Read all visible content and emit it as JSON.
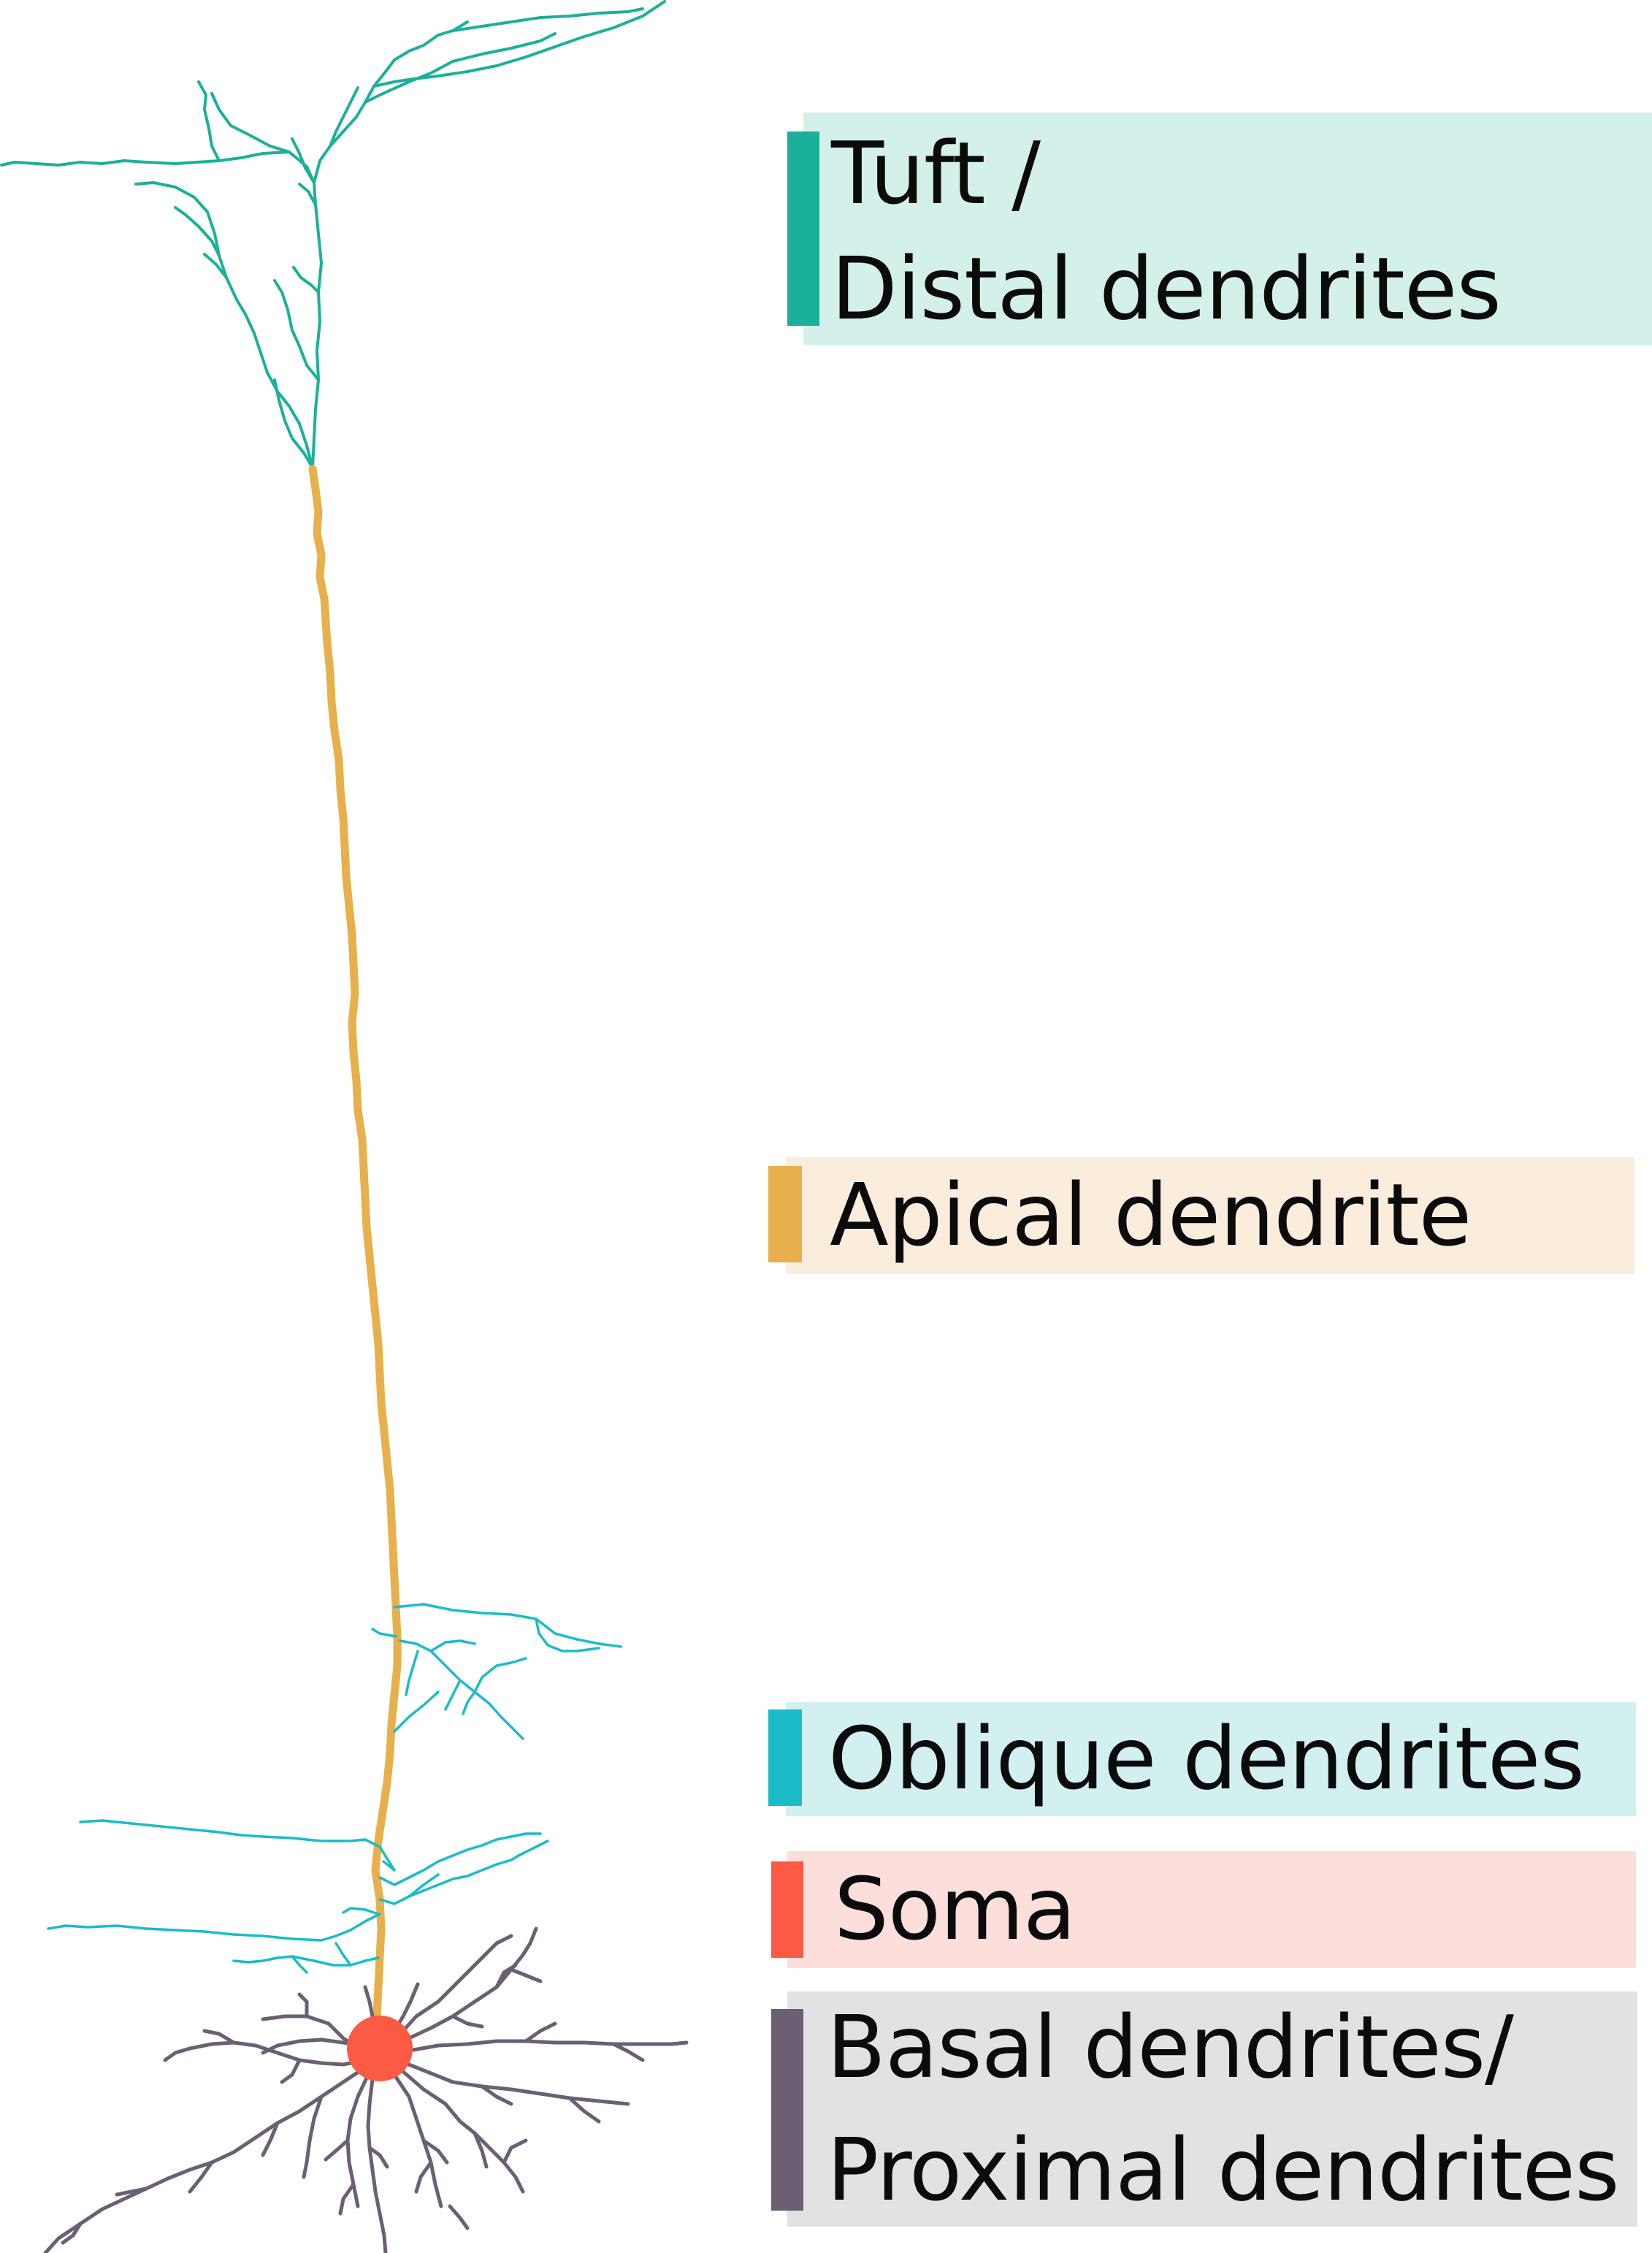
{
  "diagram": {
    "colors": {
      "tuft": "#1bb09a",
      "apical": "#e8b04c",
      "oblique": "#1bbcc8",
      "soma": "#fb5a45",
      "basal": "#6b5f73"
    },
    "labels": [
      {
        "id": "tuft",
        "lines": [
          "Tuft /",
          "Distal dendrites"
        ],
        "bar_color": "#1bb09a",
        "bg_color": "#d3f1ea"
      },
      {
        "id": "apical",
        "lines": [
          "Apical dendrite"
        ],
        "bar_color": "#e8b04c",
        "bg_color": "#fbeddc"
      },
      {
        "id": "oblique",
        "lines": [
          "Oblique dendrites"
        ],
        "bar_color": "#1bbcc8",
        "bg_color": "#d3f0f1"
      },
      {
        "id": "soma",
        "lines": [
          "Soma"
        ],
        "bar_color": "#fb5a45",
        "bg_color": "#fcdfda"
      },
      {
        "id": "basal",
        "lines": [
          "Basal dendrites/",
          "Proximal dendrites"
        ],
        "bar_color": "#6b5f73",
        "bg_color": "#e3e1e4"
      }
    ]
  }
}
